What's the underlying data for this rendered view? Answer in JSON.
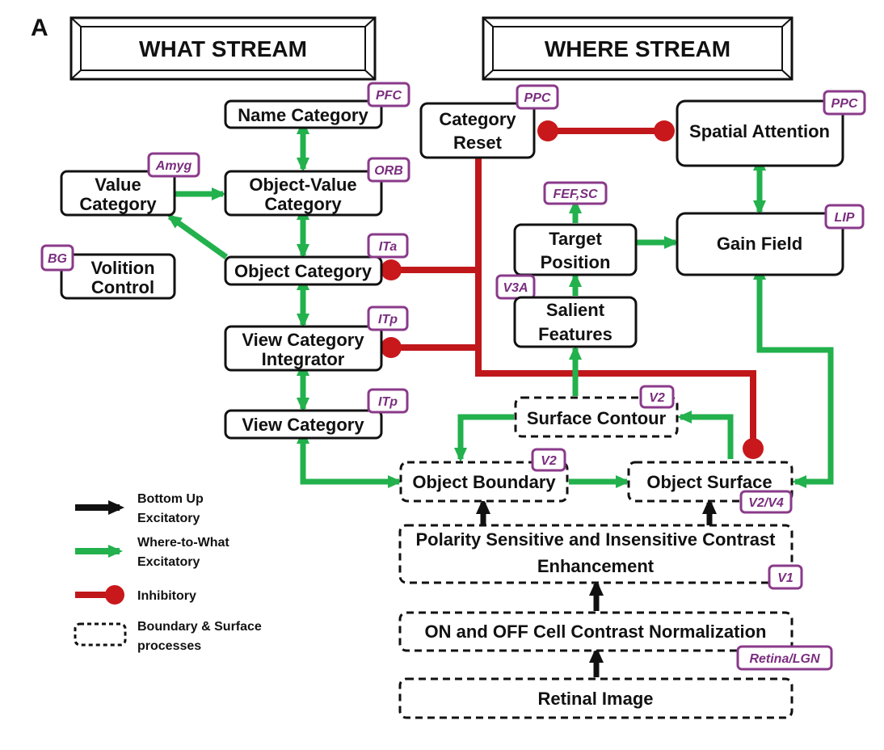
{
  "panel_label": "A",
  "streams": {
    "what": "WHAT STREAM",
    "where": "WHERE STREAM"
  },
  "nodes": {
    "name_category": {
      "lines": [
        "Name Category"
      ],
      "tag": "PFC"
    },
    "object_value_category": {
      "lines": [
        "Object-Value",
        "Category"
      ],
      "tag": "ORB"
    },
    "value_category": {
      "lines": [
        "Value",
        "Category"
      ],
      "tag": "Amyg"
    },
    "volition_control": {
      "lines": [
        "Volition",
        "Control"
      ],
      "tag": "BG"
    },
    "object_category": {
      "lines": [
        "Object Category"
      ],
      "tag": "ITa"
    },
    "view_category_integrator": {
      "lines": [
        "View Category",
        "Integrator"
      ],
      "tag": "ITp"
    },
    "view_category": {
      "lines": [
        "View Category"
      ],
      "tag": "ITp"
    },
    "category_reset": {
      "lines": [
        "Category",
        "Reset"
      ],
      "tag": "PPC"
    },
    "spatial_attention": {
      "lines": [
        "Spatial Attention"
      ],
      "tag": "PPC"
    },
    "fef_sc": {
      "tag": "FEF,SC"
    },
    "target_position": {
      "lines": [
        "Target",
        "Position"
      ],
      "tag": "V3A"
    },
    "gain_field": {
      "lines": [
        "Gain Field"
      ],
      "tag": "LIP"
    },
    "salient_features": {
      "lines": [
        "Salient",
        "Features"
      ]
    },
    "surface_contour": {
      "lines": [
        "Surface Contour"
      ],
      "tag": "V2"
    },
    "object_boundary": {
      "lines": [
        "Object Boundary"
      ],
      "tag": "V2"
    },
    "object_surface": {
      "lines": [
        "Object Surface"
      ],
      "tag": "V2/V4"
    },
    "contrast_enhancement": {
      "lines": [
        "Polarity Sensitive and Insensitive Contrast",
        "Enhancement"
      ],
      "tag": "V1"
    },
    "contrast_normalization": {
      "lines": [
        "ON and OFF Cell Contrast Normalization"
      ],
      "tag": "Retina/LGN"
    },
    "retinal_image": {
      "lines": [
        "Retinal Image"
      ]
    }
  },
  "legend": {
    "bottom_up": [
      "Bottom Up",
      "Excitatory"
    ],
    "where_to_what": [
      "Where-to-What",
      "Excitatory"
    ],
    "inhibitory": [
      "Inhibitory"
    ],
    "boundary_surface": [
      "Boundary & Surface",
      "processes"
    ]
  },
  "colors": {
    "excitatory_black": "#111111",
    "where_to_what_green": "#22b14c",
    "inhibitory_red": "#c0171b",
    "inhibitory_dot": "#c8181c",
    "tag_border": "#8a3a8a",
    "tag_text": "#7a2d7e"
  }
}
